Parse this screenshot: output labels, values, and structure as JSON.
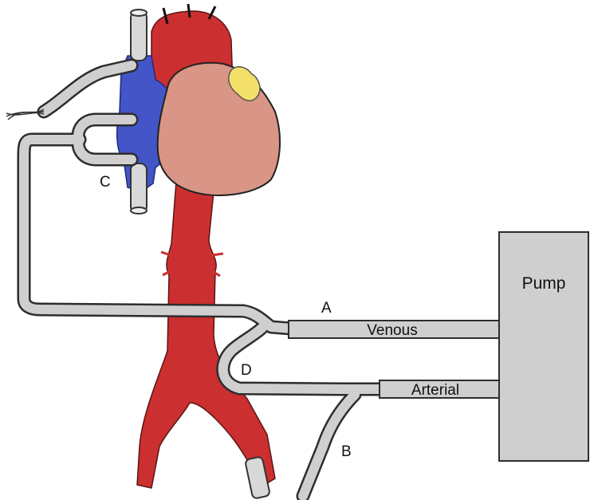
{
  "labels": {
    "pump": "Pump",
    "venous": "Venous",
    "arterial": "Arterial",
    "a": "A",
    "b": "B",
    "c": "C",
    "d": "D"
  },
  "colors": {
    "artery_red": "#cc2f2f",
    "vein_blue": "#4455c8",
    "heart_pink": "#d99585",
    "fat_yellow": "#f2e06a",
    "tube_gray": "#cfcfcf",
    "outline": "#333333"
  }
}
